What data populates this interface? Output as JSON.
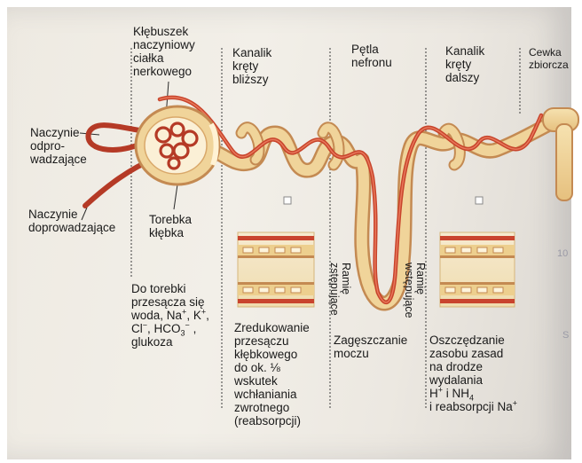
{
  "labels": {
    "glomerulus": "Kłębuszek\nnaczyniowy\nciałka\nnerkowego",
    "proximal": "Kanalik\nkręty\nbliższy",
    "loop": "Pętla\nnefronu",
    "distal": "Kanalik\nkręty\ndalszy",
    "collecting": "Cewka\nzbiorcza",
    "efferent": "Naczynie\nodpro-\nwadzające",
    "afferent": "Naczynie\ndoprowadzające",
    "capsule": "Torebka\nkłębka",
    "descending": "Ramię\nzstępujące",
    "ascending": "Ramię\nwstępujące"
  },
  "descriptions": {
    "filtration": {
      "line1": "Do torebki",
      "line2": "przesącza się",
      "line3_a": "woda, Na",
      "line3_sup1": "+",
      "line3_b": ", K",
      "line3_sup2": "+",
      "line3_c": ",",
      "line4_a": "Cl",
      "line4_sup": "−",
      "line4_b": ", HCO",
      "line4_sub": "3",
      "line4_sup2": "−",
      "line4_c": " ,",
      "line5": "glukoza"
    },
    "reabsorption": "Zredukowanie\nprzesączu\nkłębkowego\ndo ok. ⅛\nwskutek\nwchłaniania\nzwrotnego\n(reabsorpcji)",
    "concentration": "Zagęszczanie\nmoczu",
    "buffer": {
      "line1": "Oszczędzanie",
      "line2": "zasobu zasad",
      "line3": "na drodze",
      "line4": "wydalania",
      "line5_a": "H",
      "line5_sup": "+",
      "line5_b": " i NH",
      "line5_sub": "4",
      "line6_a": "i reabsorpcji Na",
      "line6_sup": "+"
    }
  },
  "background_text": {
    "a": "S",
    "b": "10"
  },
  "colors": {
    "tubule": "#f0d49a",
    "tubule_edge": "#c48a52",
    "vessel": "#c8442c",
    "vessel_light": "#e8785a",
    "tissue": "#f3e4b2",
    "divider": "#3c3c3c"
  }
}
